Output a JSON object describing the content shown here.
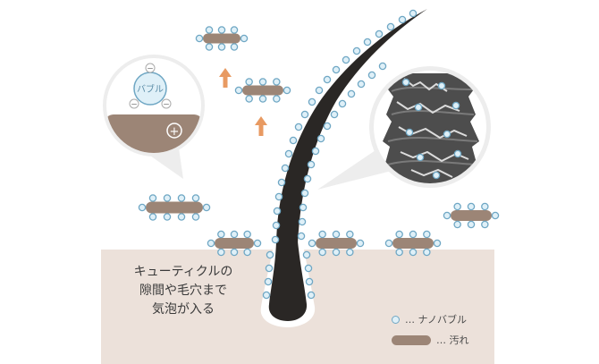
{
  "skin_label": {
    "line1": "キューティクルの",
    "line2": "隙間や毛穴まで",
    "line3": "気泡が入る"
  },
  "zoom_bubble": {
    "bubble_label": "バブル",
    "minus_sign": "−",
    "plus_sign": "+"
  },
  "legend": {
    "bubble_label": "… ナノバブル",
    "dirt_label": "… 汚れ"
  },
  "colors": {
    "skin": "#ece1da",
    "dirt": "#9c8576",
    "bubble_stroke": "#6fa7c4",
    "bubble_fill": "#dff0f8",
    "arrow": "#e89a62",
    "hair": "#2a2725"
  }
}
